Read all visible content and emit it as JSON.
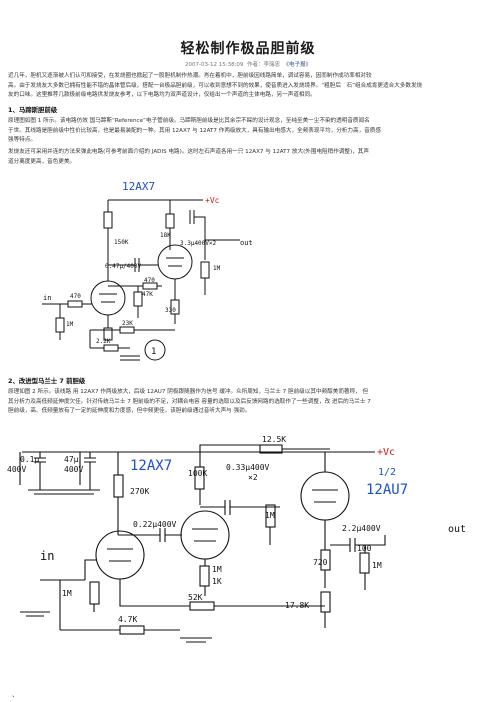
{
  "article": {
    "title": "轻松制作极品胆前级",
    "date": "2007-03-12 15:38:09",
    "author": "作者：李瑞忠",
    "source": "《电子报》"
  },
  "intro": [
    "近几年，胆机又逐渐被人们认可和接受，在发烧圈也掀起了一股胆机制作热潮。肖在着机中，胆前级因线路简单，调试容易，因而制作成功率相对较",
    "高。由于发烧友大多数已拥有性能不错的晶体管后级，搭配一台极品胆前级，可以收到意想不到的效果，使音质进入发烧境界。“粗胆后　石”组合成肯更适合大多数发烧",
    "友的口味。这里推荐几款极前级电路供发烧友参考，以下电路均为双声道设计，仅给出一个声道的主体电路，另一声道相同。"
  ],
  "section1": {
    "heading": "1、马蹄斯胆前级",
    "para1": [
      "原理图如图 1 所示。该电路仿效 国马蹄斯“Reference”电子管前级。马蹄斯胆前级是比其余宗不睬的设计观念，至纯至美一尘不染的透明音质闻名",
      "于世。其线路是胆前级中性价比较高，也是最易装配的一种。其用 12AX7 与 12AT7 作两级放大，具有输出电感大，全频表现平均，分析力高，音质感",
      "强等特点。"
    ],
    "para2": [
      "发烧友还可采用并连的方法来弹此电路(可参考前面介绍的 JADIS 电路)。这时左石声道各用一只 12AX7 与 12AT7 放大(外围电阻稍作调整)，其声",
      "道分离度更高，音色更美。"
    ]
  },
  "schem1": {
    "tube": "12AX7",
    "vcc": "+Vc",
    "out": "out",
    "in": "in",
    "r150k": "150K",
    "r18k": "18K",
    "c33": "3.3μ400V×2",
    "c047": "0.47μ/400V",
    "r470a": "470",
    "r470b": "470",
    "r47k": "47K",
    "r1ma": "1M",
    "r1mb": "1M",
    "r330": "330",
    "r23k": "23K",
    "r22k": "2.2K",
    "fig": "1"
  },
  "section2": {
    "heading": "2、改进型马兰士 7 前胆级",
    "para": [
      "原理如图 2 所示。该线路 用 12AX7 作两级放大，后级 12AU7 阴极跟随器作为信号 缓冲。众所周知，马兰士 7 胆前级以其中频醇美而著称，  但",
      "其分析力及高低频延伸度欠佳。针对传统马兰士 7 胆前级的不足，对耦合电容 容量的选取以及后反馈网路的选取作了一些调整，改 进后的马兰士 7",
      "胆前级，高、低频量放有了一定的延伸度和力度感，但中频更佳，该胆前级通过音听大声与 强劲。"
    ]
  },
  "schem2": {
    "r125k": "12.5K",
    "vcc": "+Vc",
    "c01": "0.1μ",
    "c01v": "400V",
    "c47": "47μ",
    "c47v": "400V",
    "tube1": "12AX7",
    "r100k": "100K",
    "c033": "0.33μ400V",
    "x2": "×2",
    "half": "1/2",
    "tube2": "12AU7",
    "r270k": "270K",
    "c022": "0.22μ400V",
    "r1ma": "1M",
    "c22": "2.2μ400V",
    "out": "out",
    "in": "in",
    "r1k": "1K",
    "r720": "720",
    "r100": "100",
    "r1mb": "1M",
    "r1mc": "1M",
    "r1md": "1M",
    "r52k": "52K",
    "r178k": "17.8K",
    "r47k": "4.7K"
  },
  "footer_mark": "、",
  "colors": {
    "wire": "#111111",
    "label_blue": "#1b4fc9",
    "label_red": "#dd1111"
  }
}
